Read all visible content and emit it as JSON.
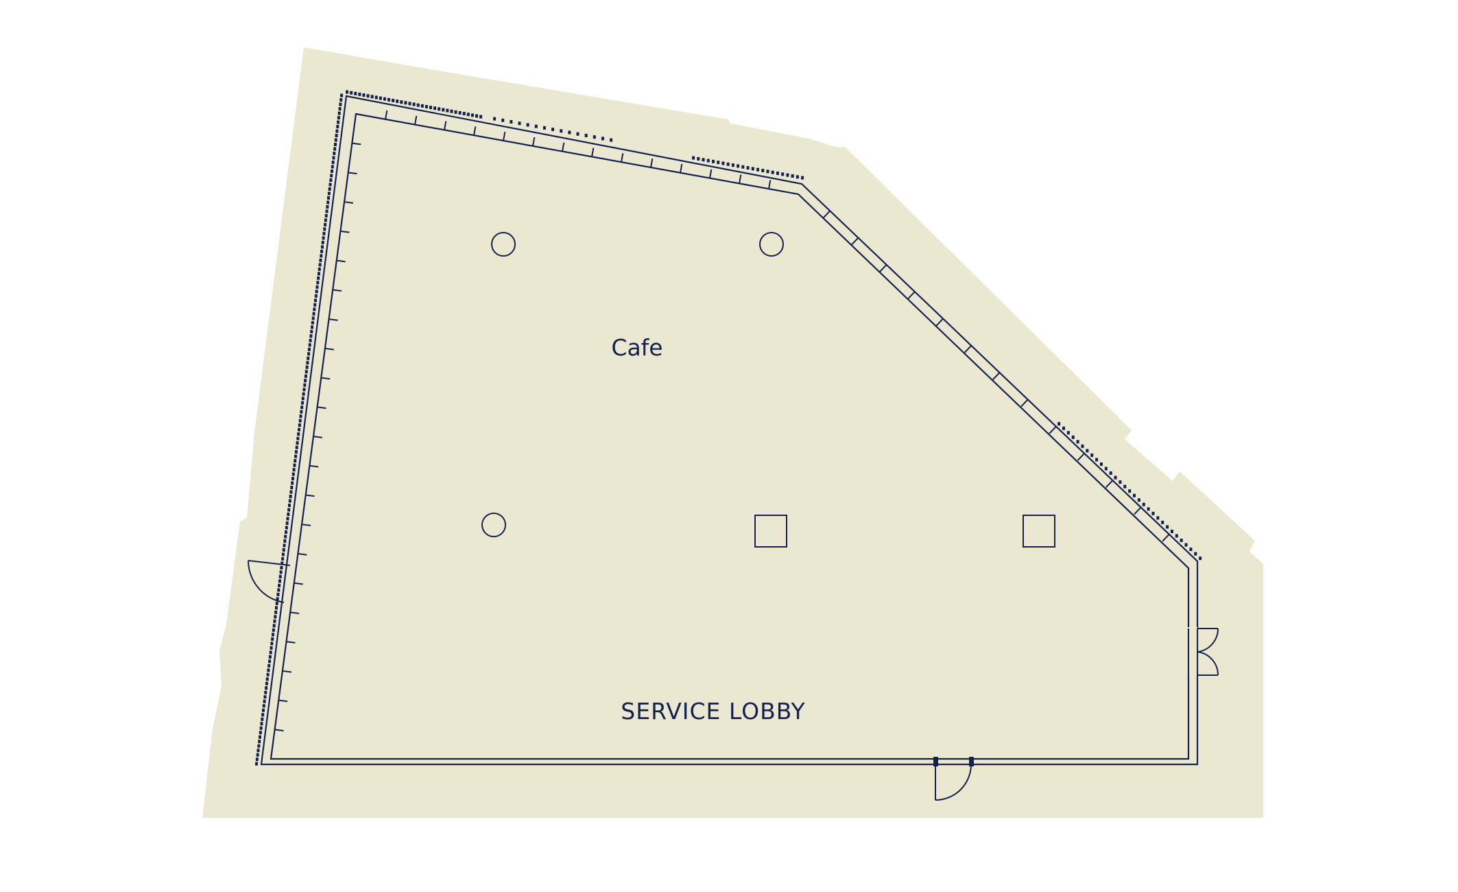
{
  "plan": {
    "rooms": [
      {
        "id": "cafe",
        "label": "Cafe"
      },
      {
        "id": "service-lobby",
        "label": "SERVICE LOBBY"
      }
    ],
    "colors": {
      "site_fill": "#ebe8d1",
      "line": "#14204f",
      "background": "#ffffff"
    },
    "columns": [
      {
        "shape": "circle"
      },
      {
        "shape": "circle"
      },
      {
        "shape": "circle"
      },
      {
        "shape": "square"
      },
      {
        "shape": "square"
      }
    ],
    "doors": [
      {
        "location": "west",
        "type": "single swing"
      },
      {
        "location": "south",
        "type": "single swing"
      },
      {
        "location": "east",
        "type": "double swing"
      }
    ]
  }
}
